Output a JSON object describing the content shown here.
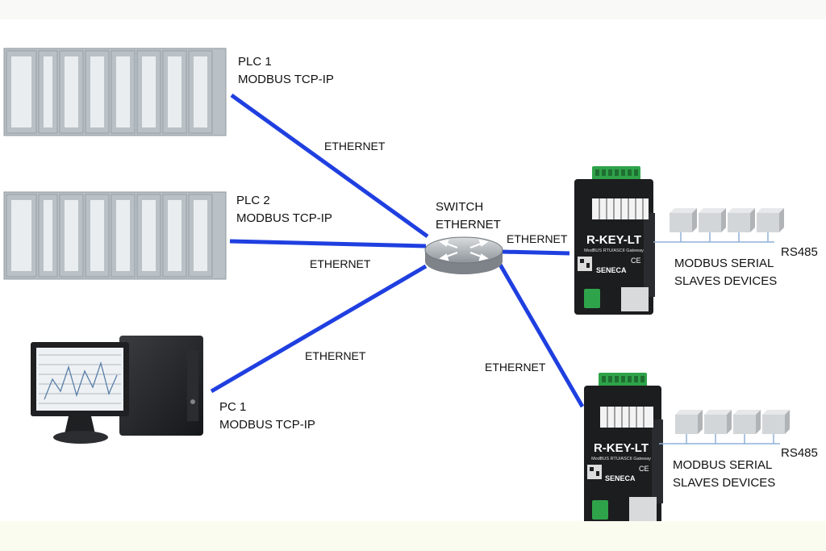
{
  "colors": {
    "link": "#1f3fe0",
    "rack": "#b9c1c6",
    "module": "#e9edef",
    "terminal_green": "#2fa34a",
    "gateway_body": "#1c1d1f",
    "slave_box": "#d3d6d8"
  },
  "nodes": {
    "plc1": {
      "line1": "PLC 1",
      "line2": "MODBUS TCP-IP"
    },
    "plc2": {
      "line1": "PLC 2",
      "line2": "MODBUS TCP-IP"
    },
    "pc1": {
      "line1": "PC 1",
      "line2": "MODBUS TCP-IP"
    },
    "switch": {
      "line1": "SWITCH",
      "line2": "ETHERNET"
    },
    "gateway1": {
      "model": "R-KEY-LT",
      "subtitle": "ModBUS RTU/ASCII Gateway",
      "brand": "SENECA",
      "ce": "CE",
      "slaves_line1": "MODBUS SERIAL",
      "slaves_line2": "SLAVES DEVICES",
      "bus": "RS485"
    },
    "gateway2": {
      "model": "R-KEY-LT",
      "subtitle": "ModBUS RTU/ASCII Gateway",
      "brand": "SENECA",
      "ce": "CE",
      "slaves_line1": "MODBUS SERIAL",
      "slaves_line2": "SLAVES DEVICES",
      "bus": "RS485"
    }
  },
  "links": {
    "plc1_switch": "ETHERNET",
    "plc2_switch": "ETHERNET",
    "pc1_switch": "ETHERNET",
    "switch_gw1": "ETHERNET",
    "switch_gw2": "ETHERNET"
  }
}
